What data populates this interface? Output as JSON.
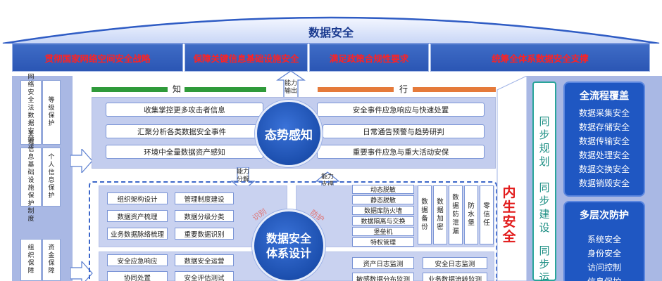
{
  "title": "数据安全",
  "banner": [
    "贯彻国家网络空间安全战略",
    "保障关键信息基础设施安全",
    "满足政策合规性要求",
    "统筹全体系数据安全支撑"
  ],
  "left": {
    "law": "网络安全法数据安全法",
    "level": "等级保护",
    "cii": "关键信息基础设施保护制度",
    "personal": "个人信息保护",
    "org": "组织保障",
    "fund": "资金保障"
  },
  "knowledge": {
    "zhi": "知",
    "xing": "行",
    "capability_output": [
      "能力",
      "输出"
    ]
  },
  "upper_left": [
    "收集掌控更多攻击者信息",
    "汇聚分析各类数据安全事件",
    "环境中全量数据资产感知"
  ],
  "upper_right": [
    "安全事件应急响应与快速处置",
    "日常通告预警与趋势研判",
    "重要事件应急与重大活动安保"
  ],
  "situation": "态势感知",
  "capability_decompose": [
    "能力",
    "分解"
  ],
  "capability_support": [
    "能力",
    "支撑"
  ],
  "core": [
    "数据安全",
    "体系设计"
  ],
  "identify": {
    "tag": "识别",
    "items": [
      "组织架构设计",
      "管理制度建设",
      "数据资产梳理",
      "数据分级分类",
      "业务数据脉络梳理",
      "重要数据识别"
    ]
  },
  "protect": {
    "tag": "防护",
    "list": [
      "动态脱敏",
      "静态脱敏",
      "数据库防火墙",
      "数据隔离与交换",
      "堡垒机",
      "特权管理"
    ],
    "vertical": [
      "数据备份",
      "数据加密",
      "数据防泄漏",
      "防水堡",
      "零信任"
    ]
  },
  "respond": {
    "items": [
      "安全应急响应",
      "数据安全运营",
      "协同处置",
      "安全评估测试"
    ]
  },
  "monitor": {
    "items": [
      "资产日志监测",
      "安全日志监测",
      "敏感数据分布监测",
      "业务数据流转监测"
    ]
  },
  "inner_safety": "内生安全",
  "sync": [
    "同步规划",
    "同步建设",
    "同步运"
  ],
  "full_process": {
    "title": "全流程覆盖",
    "items": [
      "数据采集安全",
      "数据存储安全",
      "数据传输安全",
      "数据处理安全",
      "数据交换安全",
      "数据销毁安全"
    ]
  },
  "multi_layer": {
    "title": "多层次防护",
    "items": [
      "系统安全",
      "身份安全",
      "访问控制",
      "信息保护"
    ]
  },
  "colors": {
    "banner_text": "#ff2222",
    "primary_blue": "#1f57c2",
    "zhi_bar": "#2f9a3a",
    "xing_bar": "#e57a3a",
    "sync_green": "#2aa59a",
    "inner_red": "#e21b1b"
  }
}
